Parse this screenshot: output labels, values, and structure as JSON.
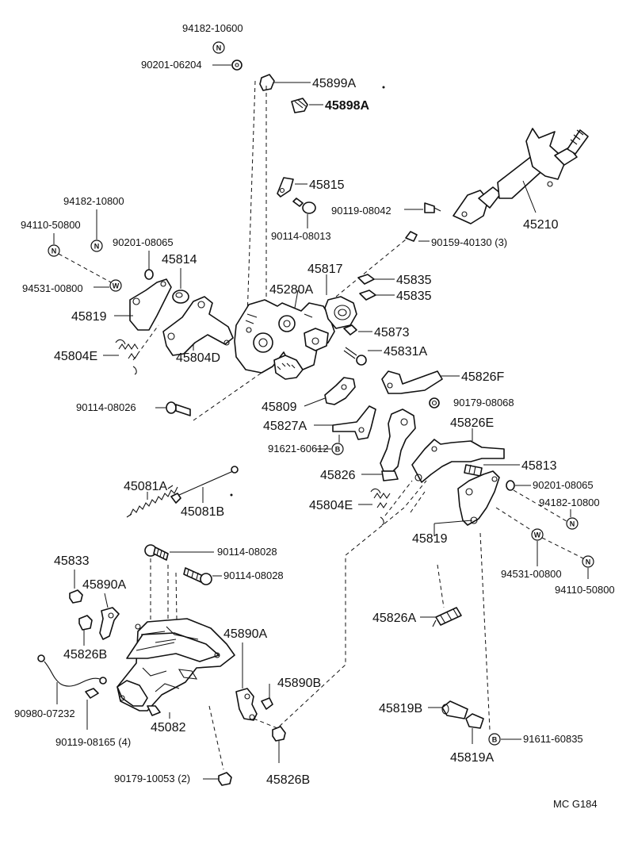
{
  "labels": {
    "p94182_10600": "94182-10600",
    "p90201_06204": "90201-06204",
    "p45899A": "45899A",
    "p45898A": "45898A",
    "p45815": "45815",
    "p90119_08042": "90119-08042",
    "p45210": "45210",
    "p94182_10800_a": "94182-10800",
    "p94110_50800_a": "94110-50800",
    "p90201_08065_a": "90201-08065",
    "p90114_08013": "90114-08013",
    "p90159_40130": "90159-40130 (3)",
    "p45814": "45814",
    "p45817": "45817",
    "p45280A": "45280A",
    "p94531_00800_a": "94531-00800",
    "p45835_a": "45835",
    "p45835_b": "45835",
    "p45819_a": "45819",
    "p45873": "45873",
    "p45831A": "45831A",
    "p45804E_a": "45804E",
    "p45804D": "45804D",
    "p45826F": "45826F",
    "p45809": "45809",
    "p90179_08068": "90179-08068",
    "p90114_08026": "90114-08026",
    "p45827A": "45827A",
    "p45826E": "45826E",
    "p91621_60612": "91621-60612",
    "p45813": "45813",
    "p45826": "45826",
    "p45081A": "45081A",
    "p90201_08065_b": "90201-08065",
    "p45081B": "45081B",
    "p45804E_b": "45804E",
    "p94182_10800_b": "94182-10800",
    "p45819_b": "45819",
    "p90114_08028_a": "90114-08028",
    "p45833": "45833",
    "p90114_08028_b": "90114-08028",
    "p94531_00800_b": "94531-00800",
    "p45890A_a": "45890A",
    "p94110_50800_b": "94110-50800",
    "p45826A": "45826A",
    "p45826B_a": "45826B",
    "p45890A_b": "45890A",
    "p45890B": "45890B",
    "p45819B": "45819B",
    "p90980_07232": "90980-07232",
    "p90119_08165": "90119-08165 (4)",
    "p45082": "45082",
    "p91611_60835": "91611-60835",
    "p45819A": "45819A",
    "p90179_10053": "90179-10053 (2)",
    "p45826B_b": "45826B",
    "ref": "MC  G184"
  },
  "bubbles": {
    "n": "N",
    "w": "W",
    "b": "B"
  }
}
